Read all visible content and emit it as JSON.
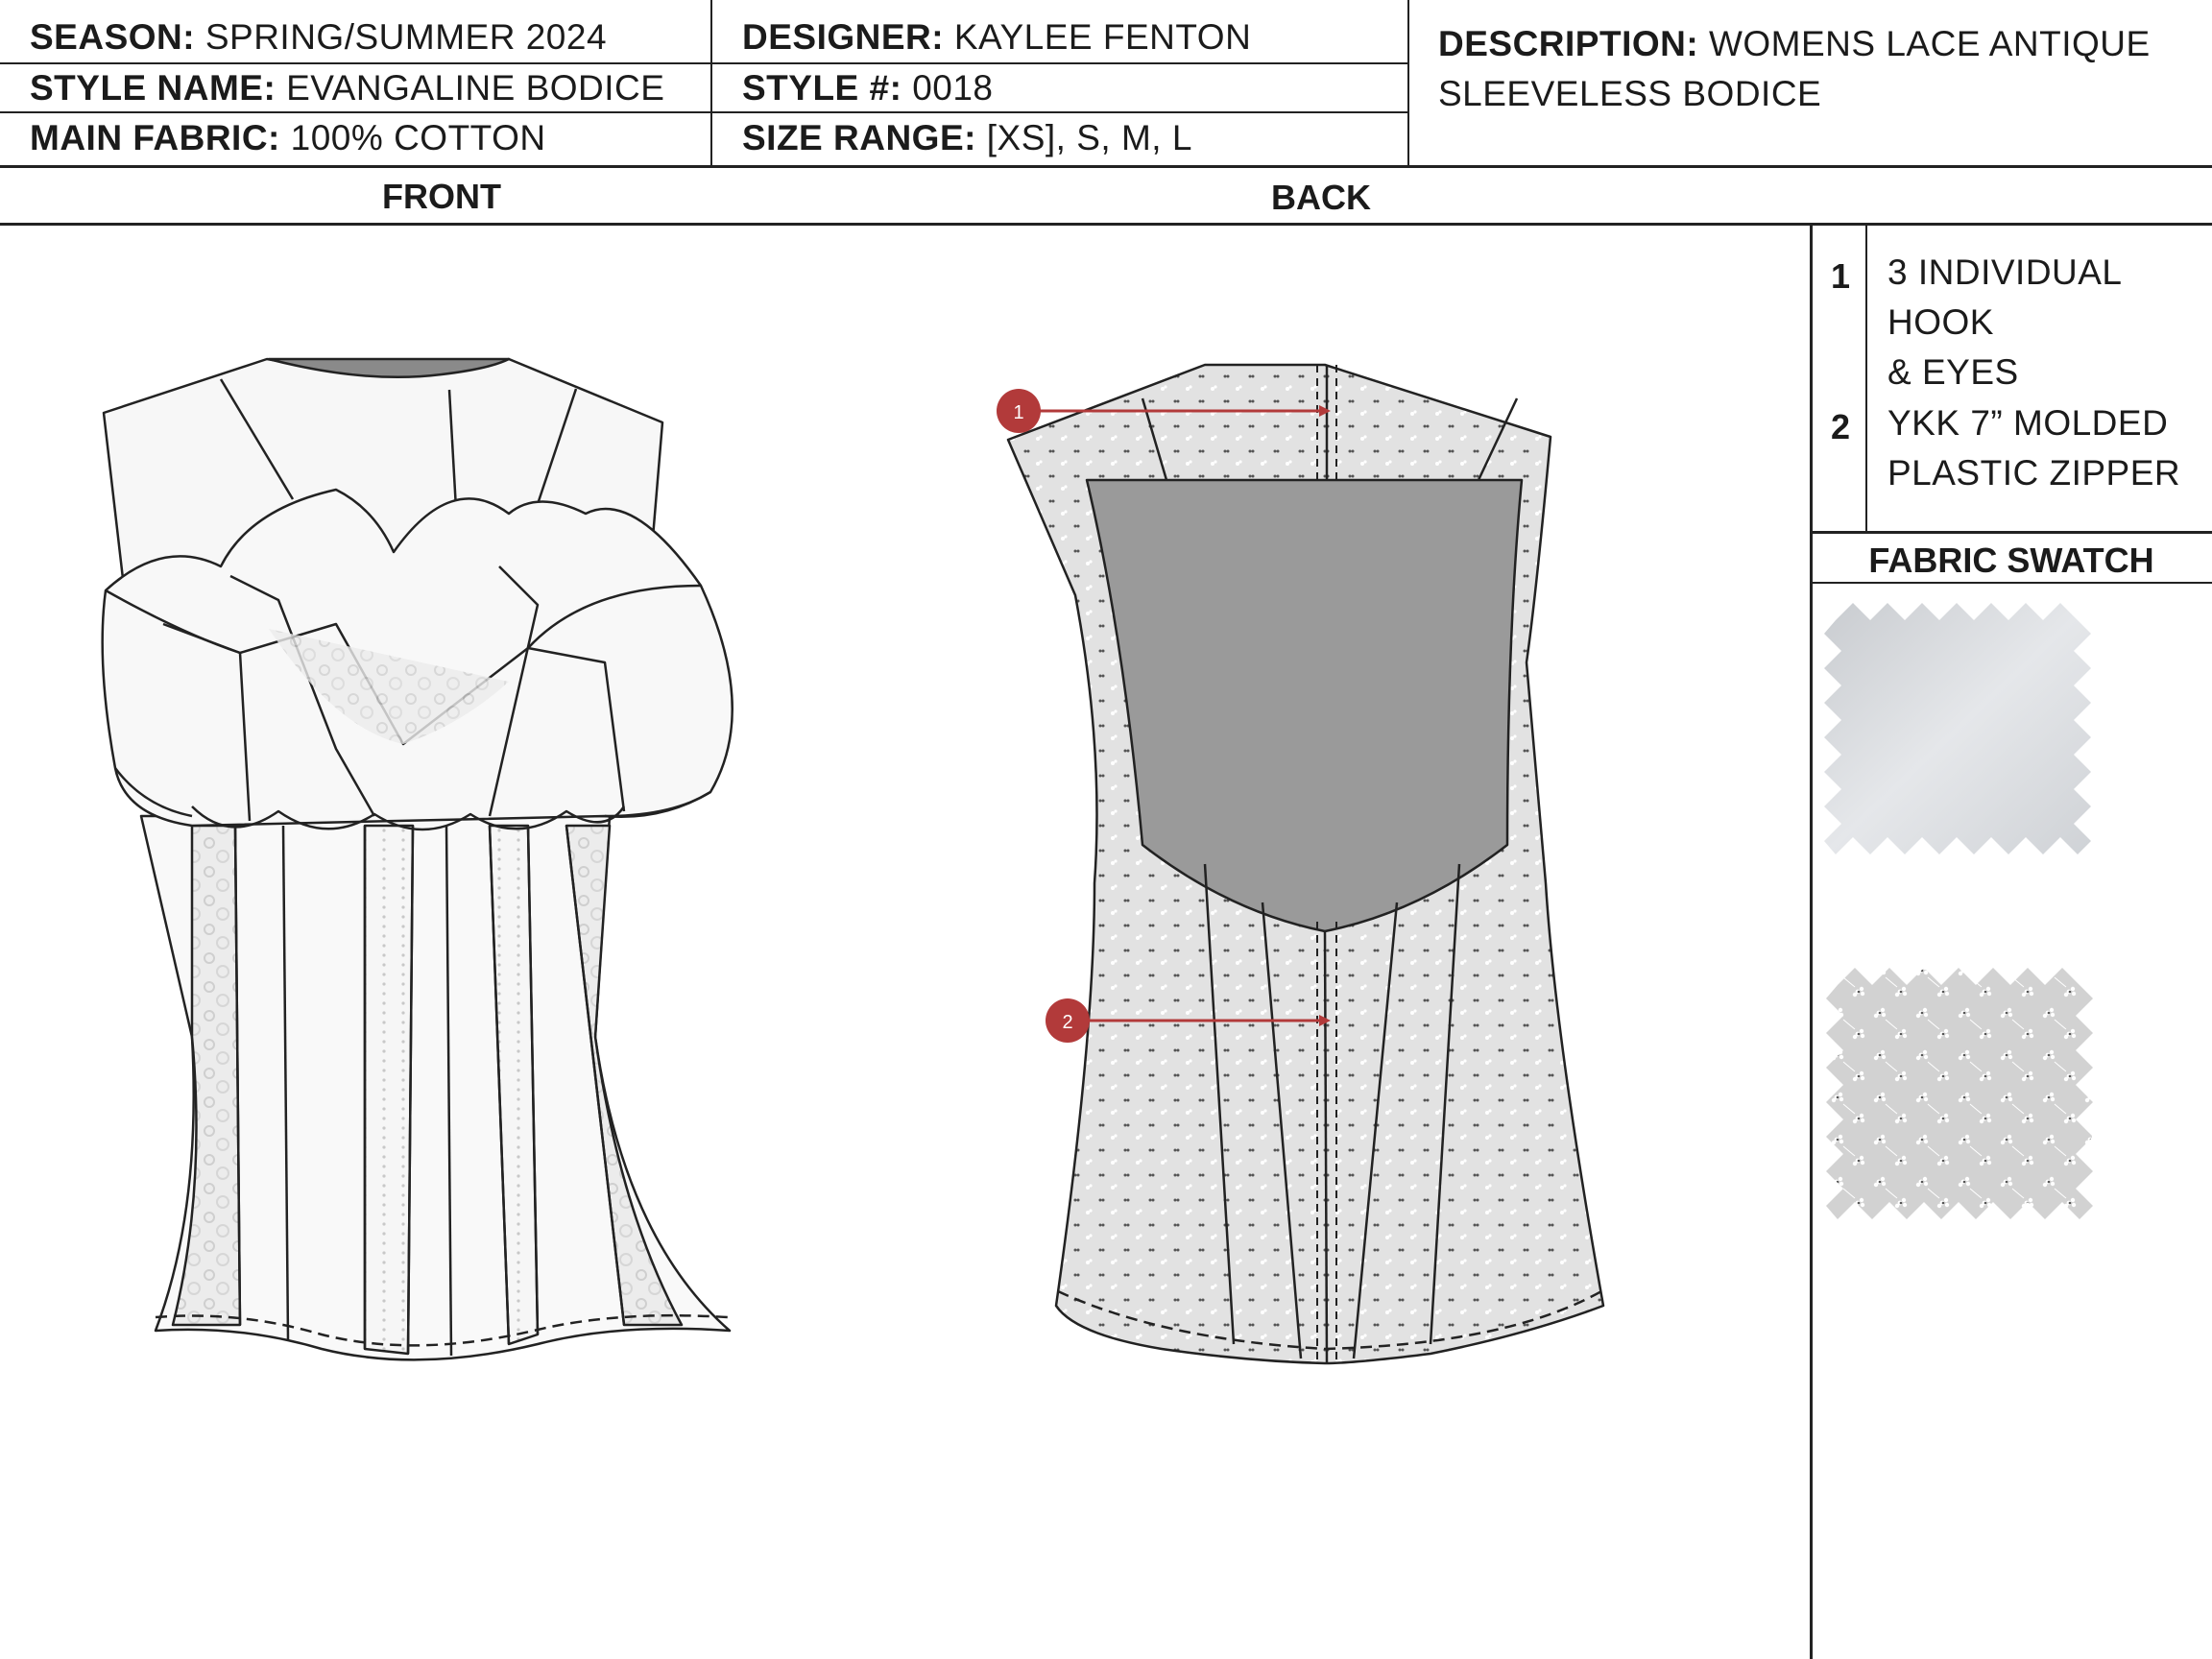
{
  "header": {
    "season": {
      "label": "SEASON:",
      "value": "SPRING/SUMMER 2024"
    },
    "style_name": {
      "label": "STYLE NAME:",
      "value": "EVANGALINE BODICE"
    },
    "main_fabric": {
      "label": "MAIN FABRIC:",
      "value": "100% COTTON"
    },
    "designer": {
      "label": "DESIGNER:",
      "value": "KAYLEE FENTON"
    },
    "style_no": {
      "label": "STYLE #:",
      "value": "0018"
    },
    "size_range": {
      "label": "SIZE RANGE:",
      "value": "[XS], S, M, L"
    },
    "description": {
      "label": "DESCRIPTION:",
      "line1": "WOMENS LACE ANTIQUE",
      "line2": "SLEEVELESS BODICE"
    }
  },
  "views": {
    "front": "FRONT",
    "back": "BACK"
  },
  "callouts": [
    {
      "number": "1",
      "marker": "1",
      "line1": "3 INDIVIDUAL HOOK",
      "line2": "& EYES"
    },
    {
      "number": "2",
      "marker": "2",
      "line1": "YKK 7” MOLDED",
      "line2": "PLASTIC ZIPPER"
    }
  ],
  "fabric_swatch": {
    "title": "FABRIC SWATCH"
  },
  "colors": {
    "callout_red": "#b23a3a",
    "panel_gray": "#9a9a9a",
    "line": "#222222"
  }
}
